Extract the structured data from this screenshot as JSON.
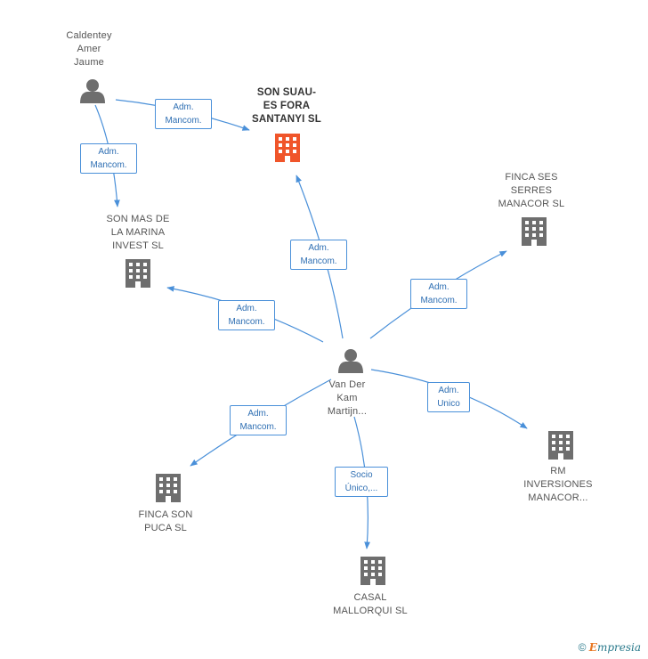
{
  "colors": {
    "edge": "#4a90d9",
    "person_icon": "#6e6e6e",
    "company_icon": "#6e6e6e",
    "main_company_icon": "#f0552a"
  },
  "nodes": {
    "caldentey": {
      "label": "Caldentey\nAmer\nJaume",
      "icon": "person-icon"
    },
    "son_suau": {
      "label": "SON SUAU-\nES FORA\nSANTANYI SL",
      "icon": "building-icon-highlight"
    },
    "son_mas": {
      "label": "SON MAS DE\nLA MARINA\nINVEST SL",
      "icon": "building-icon"
    },
    "finca_ses_serres": {
      "label": "FINCA SES\nSERRES\nMANACOR SL",
      "icon": "building-icon"
    },
    "van_der_kam": {
      "label": "Van Der\nKam\nMartijn...",
      "icon": "person-icon"
    },
    "rm_inversiones": {
      "label": "RM\nINVERSIONES\nMANACOR...",
      "icon": "building-icon"
    },
    "finca_son_puca": {
      "label": "FINCA SON\nPUCA SL",
      "icon": "building-icon"
    },
    "casal_mallorqui": {
      "label": "CASAL\nMALLORQUI SL",
      "icon": "building-icon"
    }
  },
  "edges": {
    "caldentey_son_suau": "Adm.\nMancom.",
    "caldentey_son_mas": "Adm.\nMancom.",
    "van_son_suau": "Adm.\nMancom.",
    "van_son_mas": "Adm.\nMancom.",
    "van_finca_ses_serres": "Adm.\nMancom.",
    "van_rm": "Adm.\nUnico",
    "van_finca_son_puca": "Adm.\nMancom.",
    "van_casal": "Socio\nÚnico,..."
  },
  "footer": {
    "copyright_symbol": "©",
    "brand_e": "E",
    "brand_rest": "mpresia"
  }
}
